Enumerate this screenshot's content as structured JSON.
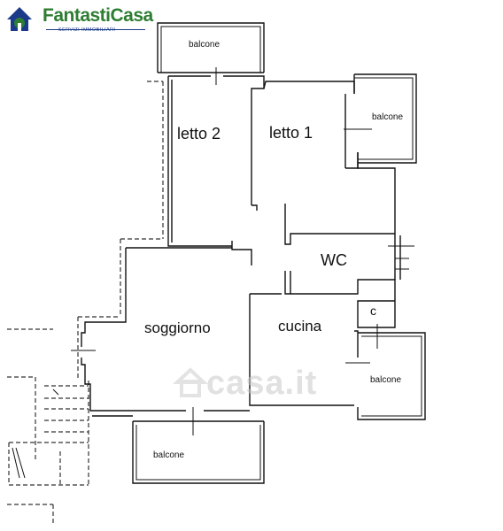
{
  "logo": {
    "name": "FantastiCasa",
    "tagline": "SERVIZI IMMOBILIARI"
  },
  "watermark": {
    "text": "casa.it"
  },
  "rooms": {
    "letto2": "letto 2",
    "letto1": "letto 1",
    "wc": "WC",
    "soggiorno": "soggiorno",
    "cucina": "cucina",
    "ripostiglio": "c"
  },
  "balconies": {
    "top": "balcone",
    "right_upper": "balcone",
    "right_lower": "balcone",
    "bottom": "balcone"
  },
  "colors": {
    "logo_green": "#2e7d32",
    "logo_blue": "#1b3a8a",
    "walls": "#111111",
    "watermark": "#c8c8c8"
  }
}
